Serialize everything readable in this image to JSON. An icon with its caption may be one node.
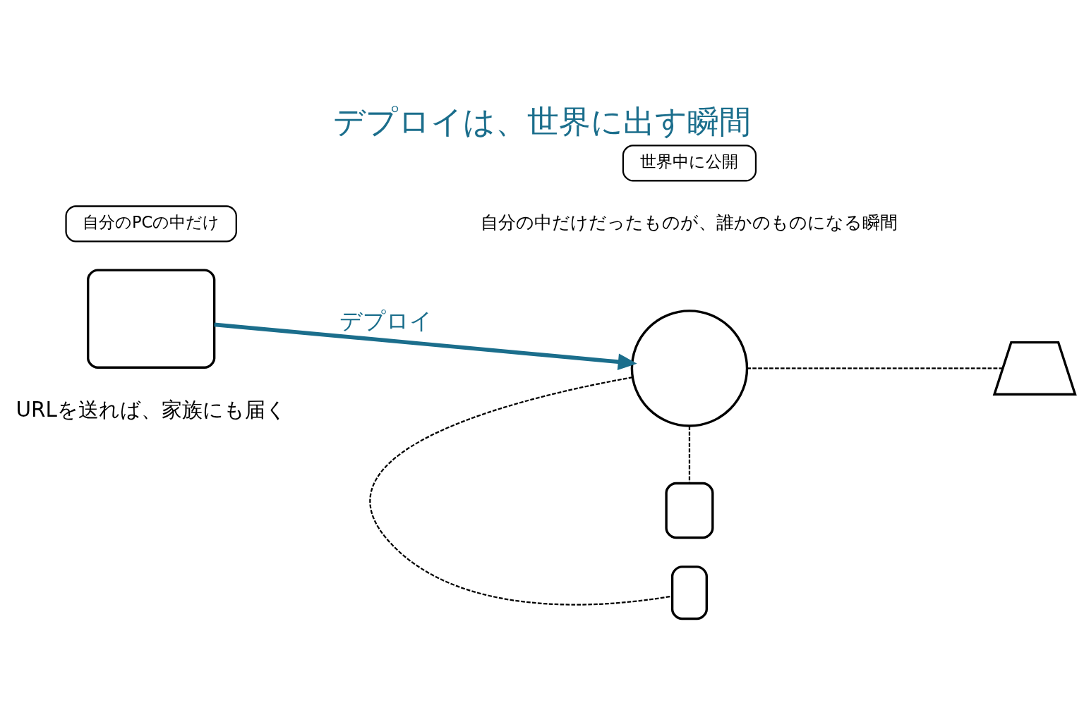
{
  "diagram": {
    "title": "デプロイは、世界に出す瞬間",
    "caption": "自分の中だけだったものが、誰かのものになる瞬間",
    "nodes": [
      {
        "text": [],
        "shape": "monitor"
      },
      {
        "text": [],
        "shape": "globe"
      },
      {
        "text": [],
        "shape": "phone"
      },
      {
        "text": [],
        "shape": "laptop"
      },
      {
        "text": [],
        "shape": "tablet"
      },
      {
        "text": [
          "自分のPCの中だけ"
        ]
      },
      {
        "text": [
          "世界中に公開"
        ]
      }
    ],
    "edges": [
      {
        "from": 0,
        "to": 1,
        "arrow": "to",
        "label": "デプロイ",
        "style": "thick",
        "color": "#1b6e8c"
      },
      {
        "from": 1,
        "to": 2,
        "arrow": "none",
        "style": "dashed"
      },
      {
        "from": 1,
        "to": 3,
        "arrow": "none",
        "style": "dashed"
      },
      {
        "from": 1,
        "to": 4,
        "arrow": "none",
        "style": "dashed"
      }
    ],
    "labels": [
      "URLを送れば、家族にも届く"
    ]
  }
}
